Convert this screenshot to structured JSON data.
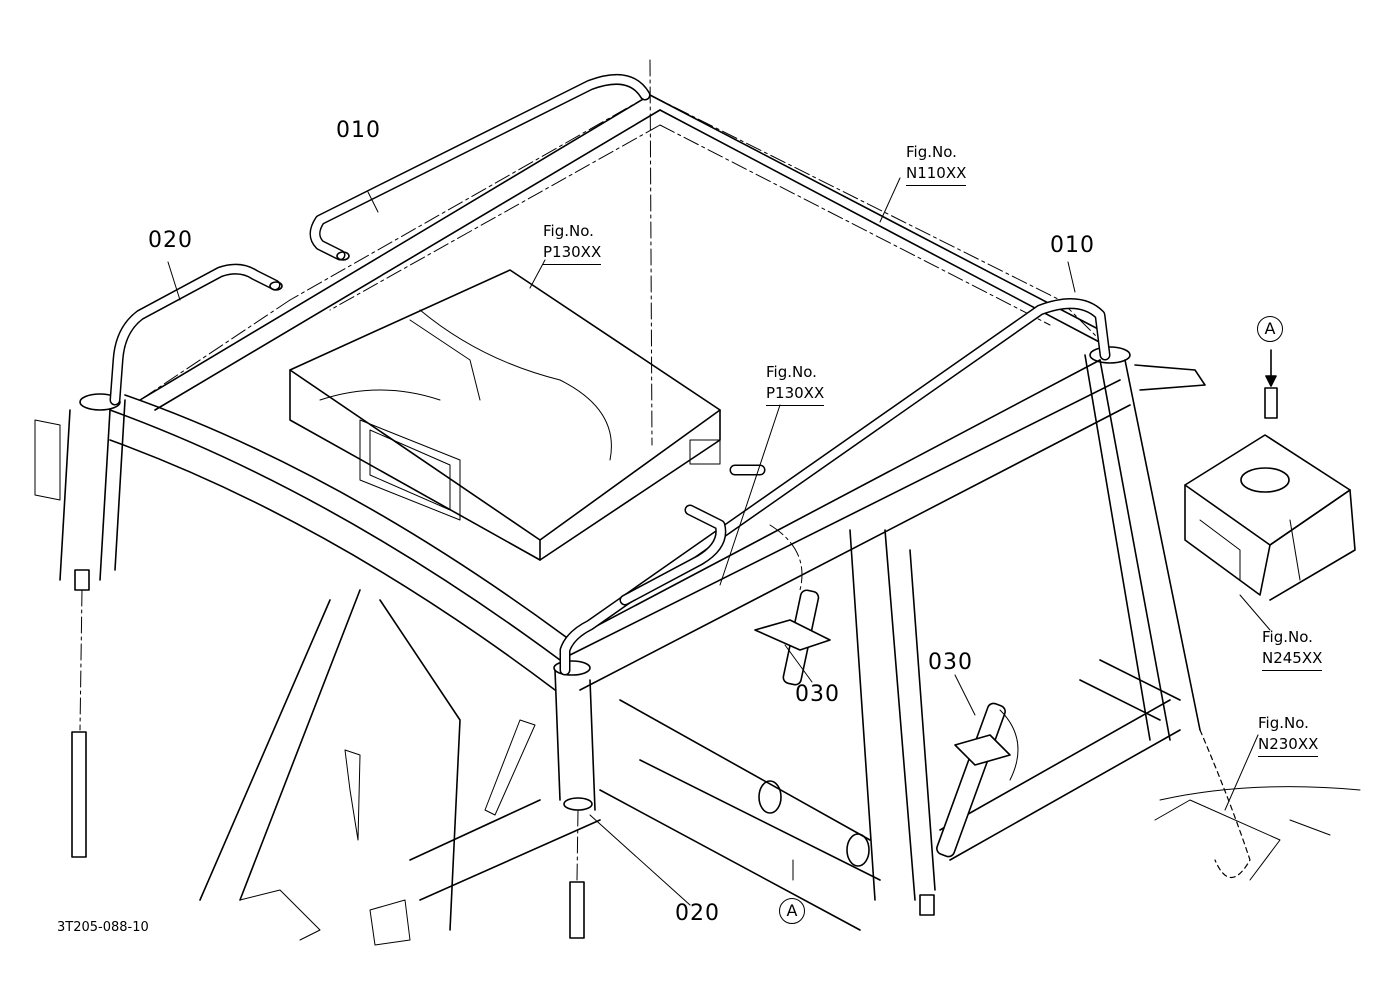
{
  "drawing_code": "3T205-088-10",
  "part_labels": {
    "p010_top": "010",
    "p010_right": "010",
    "p020_left": "020",
    "p020_bottom": "020",
    "p030_center": "030",
    "p030_right": "030"
  },
  "figure_refs": {
    "n110": {
      "label": "Fig.No.",
      "ref": "N110XX"
    },
    "p130_top": {
      "label": "Fig.No.",
      "ref": "P130XX"
    },
    "p130_mid": {
      "label": "Fig.No.",
      "ref": "P130XX"
    },
    "n245": {
      "label": "Fig.No.",
      "ref": "N245XX"
    },
    "n230": {
      "label": "Fig.No.",
      "ref": "N230XX"
    }
  },
  "callouts": {
    "a_right": "A",
    "a_bottom": "A"
  }
}
